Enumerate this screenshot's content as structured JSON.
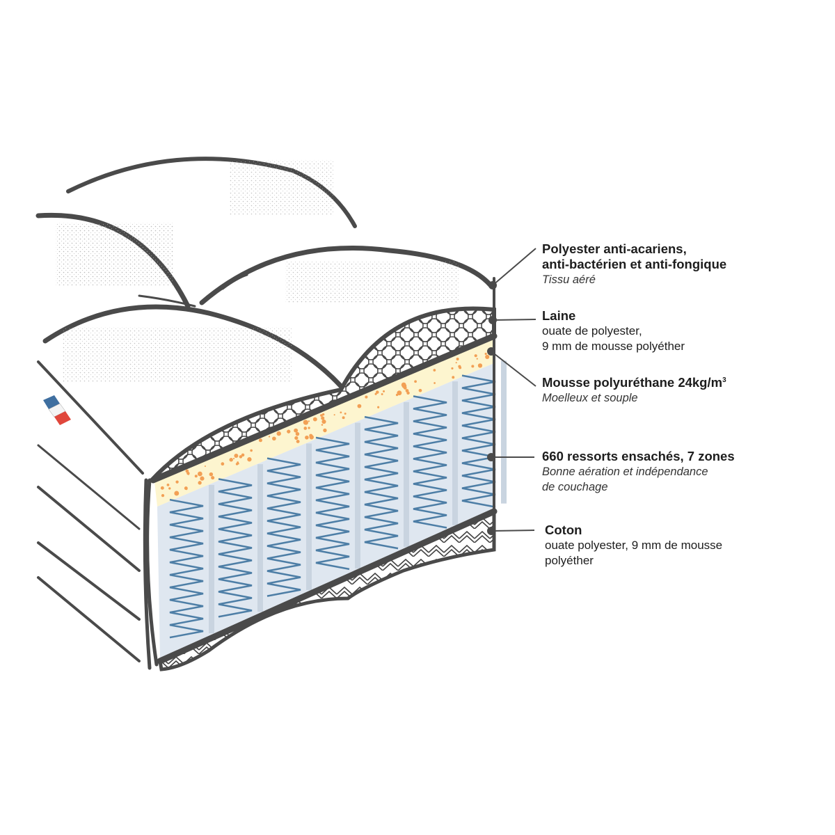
{
  "layers": [
    {
      "title": "Polyester anti-acariens,",
      "title2": "anti-bactérien et anti-fongique",
      "subtitle": "Tissu aéré"
    },
    {
      "title": "Laine",
      "line1": "ouate de polyester,",
      "line2": "9 mm de mousse polyéther"
    },
    {
      "title": "Mousse polyuréthane 24kg/m",
      "sup": "3",
      "subtitle": "Moelleux et souple"
    },
    {
      "title": "660 ressorts ensachés, 7 zones",
      "subtitle": "Bonne aération et indépendance",
      "subtitle2": "de couchage"
    },
    {
      "title": "Coton",
      "line1": "ouate polyester, 9 mm de mousse",
      "line2": "polyéther"
    }
  ],
  "colors": {
    "outline": "#4a4a4a",
    "foam": "#fdf5cf",
    "foam_dots": "#f2a055",
    "springs_bg": "#dfe7f0",
    "springs": "#4d7ea6",
    "flag_blue": "#3f6fa0",
    "flag_red": "#e0473c"
  }
}
